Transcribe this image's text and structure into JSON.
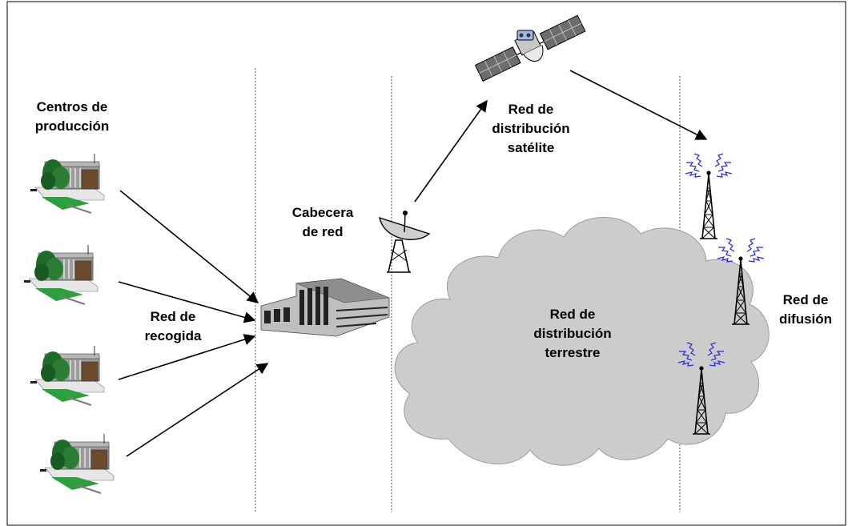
{
  "labels": {
    "production": {
      "line1": "Centros de",
      "line2": "producción"
    },
    "collection": {
      "line1": "Red de",
      "line2": "recogida"
    },
    "headend": {
      "line1": "Cabecera",
      "line2": "de red"
    },
    "satellite": {
      "line1": "Red de",
      "line2": "distribución",
      "line3": "satélite"
    },
    "terrestrial": {
      "line1": "Red de",
      "line2": "distribución",
      "line3": "terrestre"
    },
    "broadcast": {
      "line1": "Red de",
      "line2": "difusión"
    }
  },
  "colors": {
    "frame": "#000000",
    "cloud": "#cccccc",
    "cloud_edge": "#9a9a9a",
    "building": "#9c9c9c",
    "tree": "#1f6b2a",
    "lawn": "#2f9e3f",
    "tower": "#000000",
    "waves": "#2a2ad6",
    "solar_panel": "#6d6d6d",
    "divider": "#555555"
  },
  "icons": {
    "production_center": "office-building-icon",
    "headend_building": "headend-building-icon",
    "dish": "satellite-dish-icon",
    "satellite": "satellite-icon",
    "tower": "broadcast-tower-icon"
  }
}
